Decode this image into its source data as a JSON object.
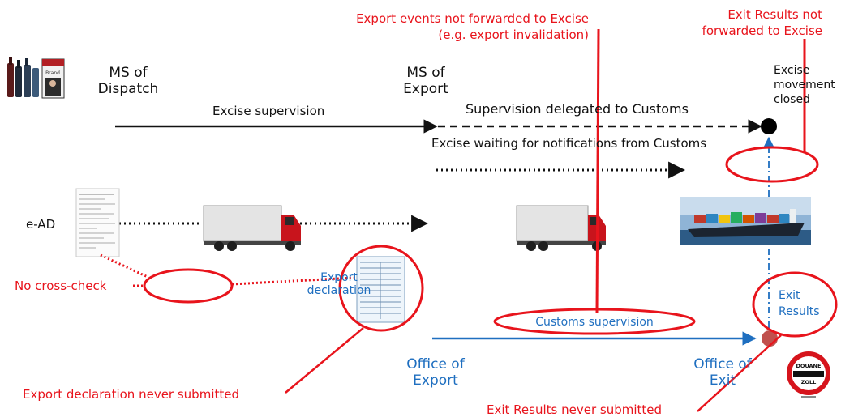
{
  "nodes": {
    "ms_dispatch": "MS of\nDispatch",
    "ms_export": "MS of\nExport",
    "office_export": "Office of\nExport",
    "office_exit": "Office of\nExit",
    "excise_closed": "Excise\nmovement\nclosed",
    "ead": "e-AD",
    "export_declaration": "Export\ndeclaration",
    "exit_results": "Exit\nResults"
  },
  "flows": {
    "excise_supervision": "Excise supervision",
    "supervision_delegated": "Supervision delegated to Customs",
    "excise_waiting": "Excise waiting for notifications from Customs",
    "customs_supervision": "Customs supervision"
  },
  "issues": {
    "export_events": "Export events not forwarded to Excise\n(e.g. export invalidation)",
    "exit_not_forwarded": "Exit Results not\nforwarded to Excise",
    "no_cross_check": "No cross-check",
    "export_decl_never": "Export declaration never submitted",
    "exit_never": "Exit Results never submitted"
  },
  "icons": {
    "douane_sign_line1": "DOUANE",
    "douane_sign_line2": "ZOLL",
    "product_box_label": "Brand"
  },
  "colors": {
    "issue_red": "#e8141c",
    "customs_blue": "#1f6fc0",
    "excise_black": "#111111",
    "exit_dot": "#c0504d"
  }
}
